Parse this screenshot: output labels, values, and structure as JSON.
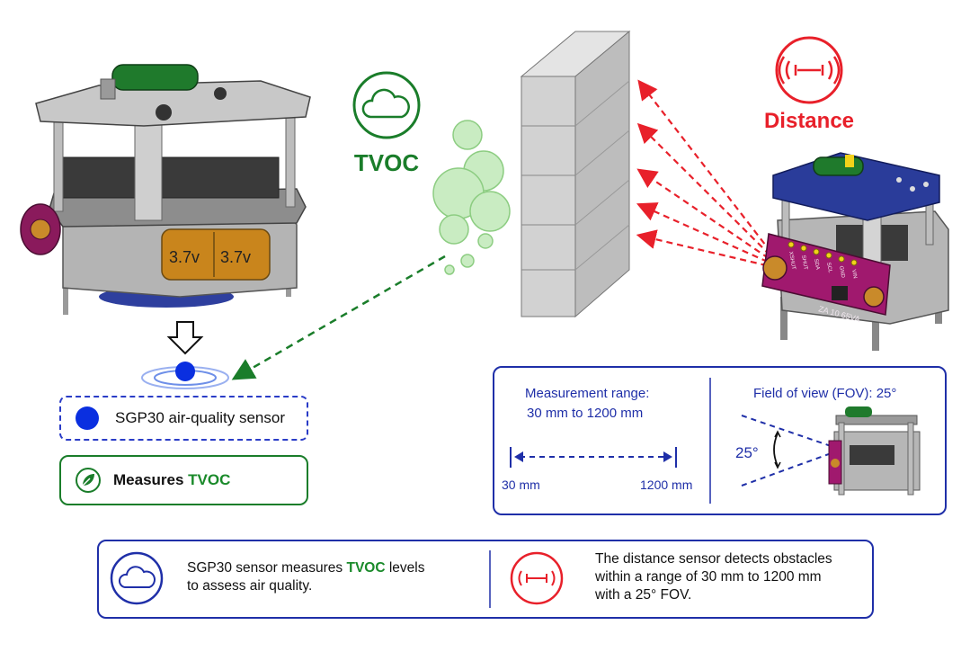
{
  "labels": {
    "tvoc_heading": "TVOC",
    "distance_heading": "Distance",
    "battery_left": "3.7v",
    "battery_right": "3.7v",
    "board_marking": "ZA 10 65VA",
    "pin_labels": [
      "XSHUT",
      "SHUT",
      "SDA",
      "SCL",
      "GND",
      "VIN"
    ]
  },
  "sensor_box": {
    "label": "SGP30 air-quality sensor"
  },
  "tvoc_box": {
    "prefix": "Measures",
    "highlight": "TVOC"
  },
  "spec_panel": {
    "range_title_line1": "Measurement range:",
    "range_title_line2": "30 mm to 1200 mm",
    "range_min": "30 mm",
    "range_max": "1200 mm",
    "fov_title": "Field of view (FOV): 25°",
    "fov_angle": "25°"
  },
  "summary": {
    "left_line1_a": "SGP30 sensor measures",
    "left_line1_highlight": "TVOC",
    "left_line1_b": "levels",
    "left_line2": "to assess air quality.",
    "right_line1": "The distance sensor detects obstacles",
    "right_line2": "within a range of 30 mm to 1200 mm",
    "right_line3": "with a 25° FOV."
  },
  "colors": {
    "tvoc_green": "#1a7d2a",
    "distance_red": "#e8202a",
    "panel_blue": "#1f2fa8",
    "sensor_dot_blue": "#0a2fe0",
    "pcb_magenta": "#a0196e",
    "pcb_blue": "#2a3c9a",
    "battery_orange": "#c9851c"
  },
  "icons": [
    "cloud-icon",
    "distance-signal-icon",
    "leaf-icon",
    "down-arrow-icon"
  ]
}
